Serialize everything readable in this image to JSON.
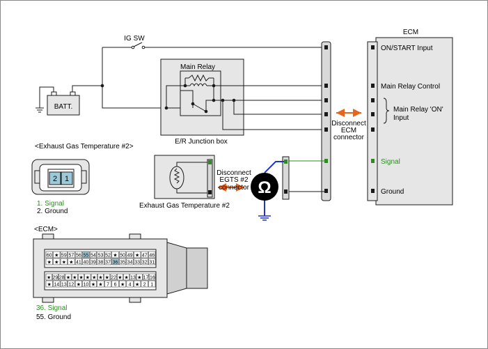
{
  "colors": {
    "line": "#1a1a1a",
    "box_fill": "#e6e6e6",
    "connector_fill": "#d9d9d9",
    "signal_green": "#2e8b22",
    "arrow_orange": "#e8641a",
    "ohm_wire_blue": "#1f33c8",
    "highlight_pin": "#9ec9d8",
    "star": "#000000"
  },
  "labels": {
    "ig_sw": "IG SW",
    "batt": "BATT.",
    "main_relay": "Main Relay",
    "junction_box": "E/R Junction box",
    "ecm_title": "ECM",
    "ecm_on_start": "ON/START Input",
    "ecm_main_relay_control": "Main Relay Control",
    "ecm_main_relay_on_1": "Main Relay 'ON'",
    "ecm_main_relay_on_2": "Input",
    "ecm_signal": "Signal",
    "ecm_ground": "Ground",
    "disconnect_ecm_1": "Disconnect",
    "disconnect_ecm_2": "ECM",
    "disconnect_ecm_3": "connector",
    "disconnect_egts_1": "Disconnect",
    "disconnect_egts_2": "EGTS #2",
    "disconnect_egts_3": "connector",
    "sensor_caption": "Exhaust Gas Temperature #2",
    "ohm_symbol": "Ω",
    "egts_header": "<Exhaust Gas Temperature #2>",
    "egts_pin_2": "2",
    "egts_pin_1": "1",
    "egts_legend_1": "1. Signal",
    "egts_legend_2": "2. Ground",
    "ecm_header": "<ECM>",
    "ecm_legend_1": "36. Signal",
    "ecm_legend_2": "55. Ground"
  },
  "ecm_connector": {
    "top_row_1": [
      "60",
      "★",
      "59",
      "57",
      "56",
      "55",
      "54",
      "53",
      "52",
      "★",
      "50",
      "49",
      "★",
      "47",
      "46"
    ],
    "top_row_2": [
      "★",
      "★",
      "★",
      "★",
      "41",
      "40",
      "39",
      "38",
      "37",
      "36",
      "35",
      "34",
      "33",
      "32",
      "31"
    ],
    "bottom_row_1": [
      "★",
      "29",
      "28",
      "★",
      "★",
      "★",
      "★",
      "★",
      "★",
      "★",
      "22",
      "★",
      "★",
      "13",
      "★",
      "17",
      "16"
    ],
    "bottom_row_2": [
      "★",
      "14",
      "13",
      "12",
      "★",
      "10",
      "★",
      "★",
      "7",
      "6",
      "★",
      "4",
      "★",
      "2",
      "1"
    ],
    "highlighted": [
      "55",
      "36"
    ]
  }
}
